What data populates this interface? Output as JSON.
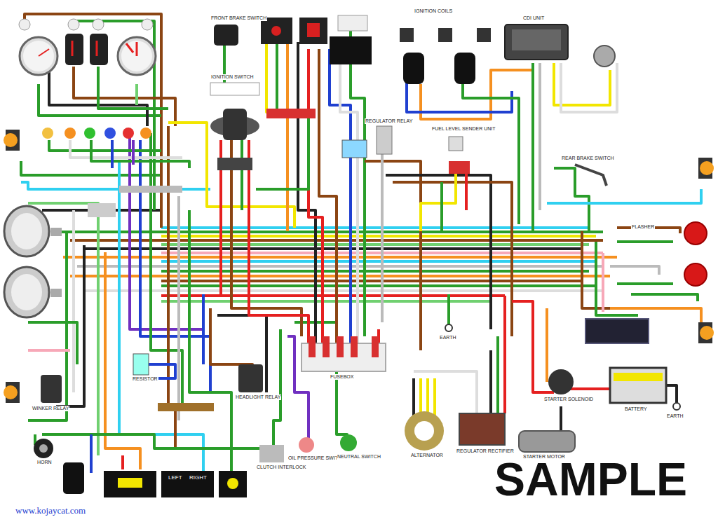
{
  "diagram": {
    "labels": [
      "SAMPLE",
      "www.kojaycat.com",
      "FRONT BRAKE SWITCH",
      "IGNITION COILS",
      "CDI UNIT",
      "IGNITION SWITCH",
      "REGULATOR RELAY",
      "FUEL LEVEL SENDER UNIT",
      "REAR BRAKE SWITCH",
      "FUSEBOX",
      "EARTH",
      "ALTERNATOR",
      "REGULATOR RECTIFIER",
      "STARTER SOLENOID",
      "STARTER MOTOR",
      "BATTERY",
      "EARTH",
      "WINKER RELAY",
      "HEADLIGHT RELAY",
      "HORN",
      "OIL PRESSURE SWITCH",
      "NEUTRAL SWITCH",
      "CLUTCH INTERLOCK",
      "FLASHER",
      "RESISTOR",
      "LEFT",
      "RIGHT"
    ]
  }
}
